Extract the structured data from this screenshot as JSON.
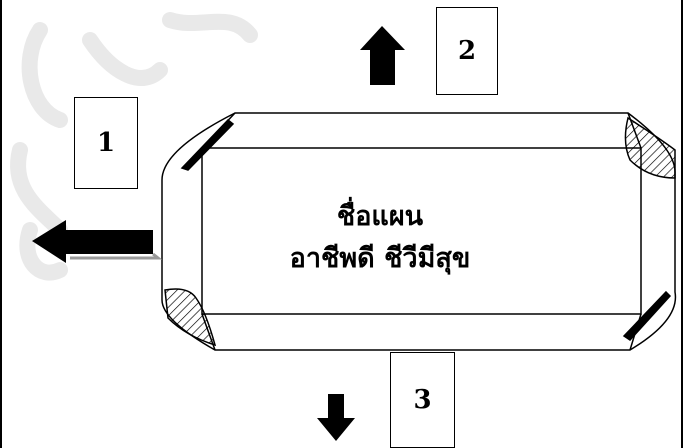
{
  "labels": {
    "box1": "1",
    "box2": "2",
    "box3": "3"
  },
  "plate": {
    "line1": "ชื่อแผน",
    "line2": "อาชีพดี ชีวีมีสุข"
  },
  "colors": {
    "stroke": "#000000",
    "arrow": "#000000",
    "watermark": "#e8e8e8",
    "background": "#ffffff"
  },
  "icons": {
    "left": "arrow-left-icon",
    "up": "arrow-up-icon",
    "down": "arrow-down-icon"
  }
}
